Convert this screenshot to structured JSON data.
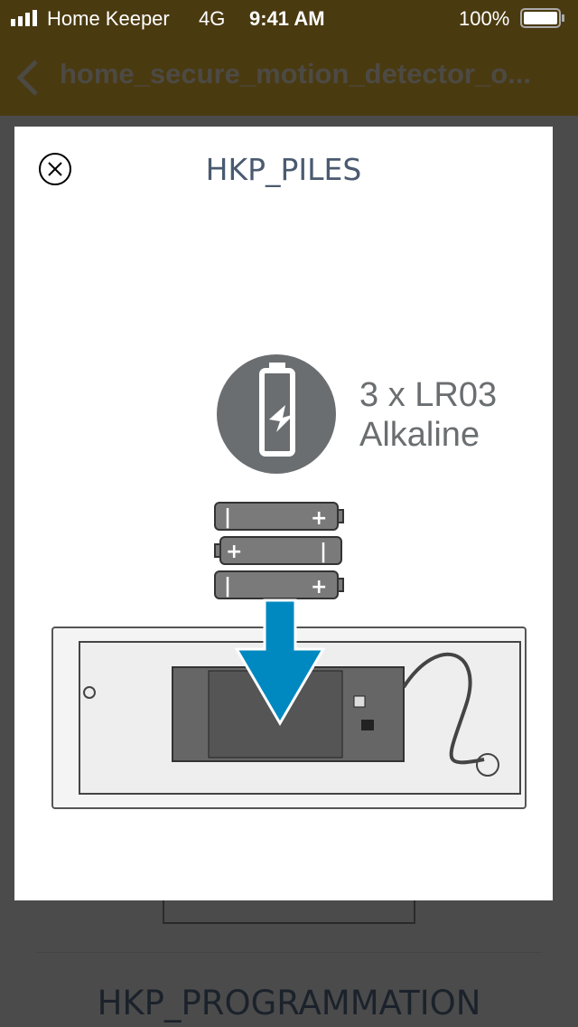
{
  "status_bar": {
    "carrier": "Home Keeper",
    "network": "4G",
    "time": "9:41 AM",
    "battery": "100%"
  },
  "nav": {
    "title": "home_secure_motion_detector_o..."
  },
  "background": {
    "section_title": "HKP_PROGRAMMATION"
  },
  "modal": {
    "title": "HKP_PILES",
    "battery_spec_line1": "3 x LR03",
    "battery_spec_line2": "Alkaline",
    "accent_color": "#0089c0"
  }
}
